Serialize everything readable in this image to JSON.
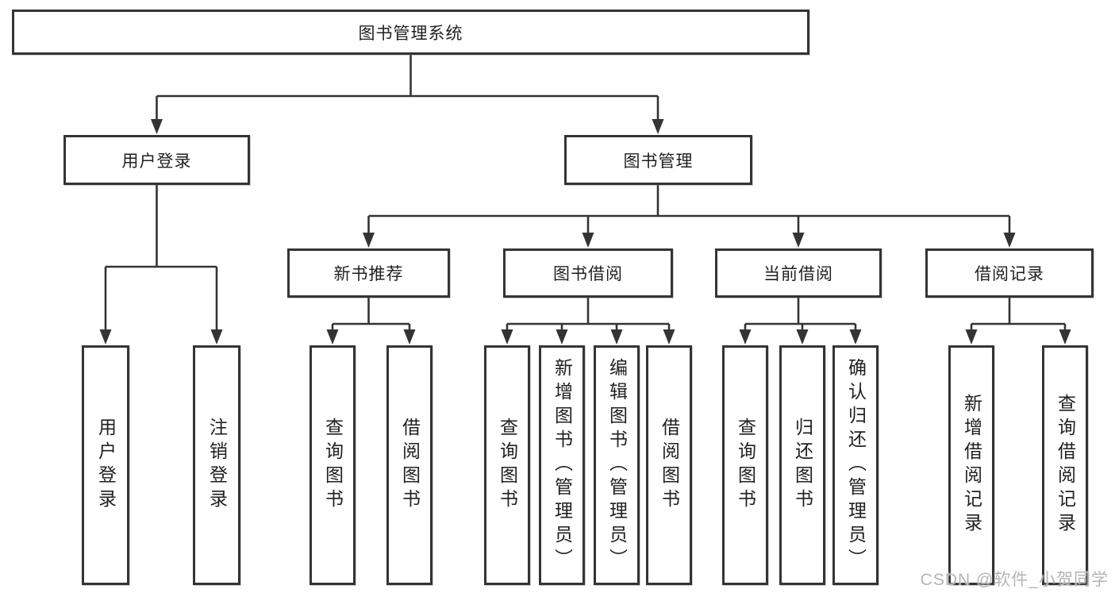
{
  "diagram": {
    "type": "tree",
    "root": {
      "label": "图书管理系统",
      "children": [
        {
          "label": "用户登录",
          "children": [
            {
              "label": "用户登录"
            },
            {
              "label": "注销登录"
            }
          ]
        },
        {
          "label": "图书管理",
          "children": [
            {
              "label": "新书推荐",
              "children": [
                {
                  "label": "查询图书"
                },
                {
                  "label": "借阅图书"
                }
              ]
            },
            {
              "label": "图书借阅",
              "children": [
                {
                  "label": "查询图书"
                },
                {
                  "label": "新增图书（管理员）"
                },
                {
                  "label": "编辑图书（管理员）"
                },
                {
                  "label": "借阅图书"
                }
              ]
            },
            {
              "label": "当前借阅",
              "children": [
                {
                  "label": "查询图书"
                },
                {
                  "label": "归还图书"
                },
                {
                  "label": "确认归还（管理员）"
                }
              ]
            },
            {
              "label": "借阅记录",
              "children": [
                {
                  "label": "新增借阅记录"
                },
                {
                  "label": "查询借阅记录"
                }
              ]
            }
          ]
        }
      ]
    },
    "colors": {
      "line": "#343434",
      "box_background": "#ffffff",
      "text": "#1f1f1f",
      "watermark": "#b5b5b5"
    }
  },
  "watermark": {
    "text": "CSDN @软件_小贺同学"
  }
}
